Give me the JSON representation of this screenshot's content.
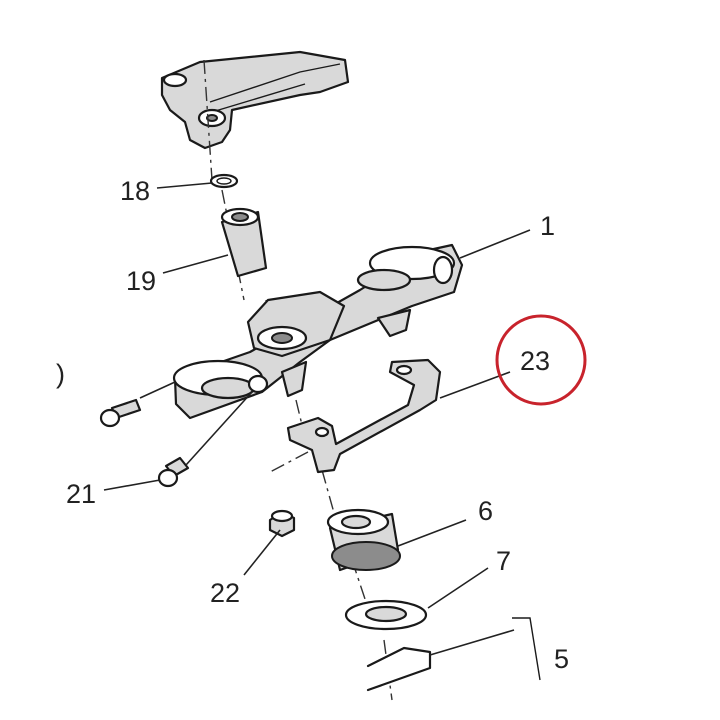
{
  "callouts": {
    "part_1": "1",
    "part_5": "5",
    "part_6": "6",
    "part_7": "7",
    "part_18": "18",
    "part_19": "19",
    "part_20_partial": ")",
    "part_21": "21",
    "part_22": "22",
    "part_23": "23"
  },
  "highlight": {
    "target": "23",
    "color": "#c8232c"
  },
  "colors": {
    "line": "#1a1a1a",
    "fill_light": "#d9d9d9",
    "fill_dark": "#8c8c8c"
  }
}
